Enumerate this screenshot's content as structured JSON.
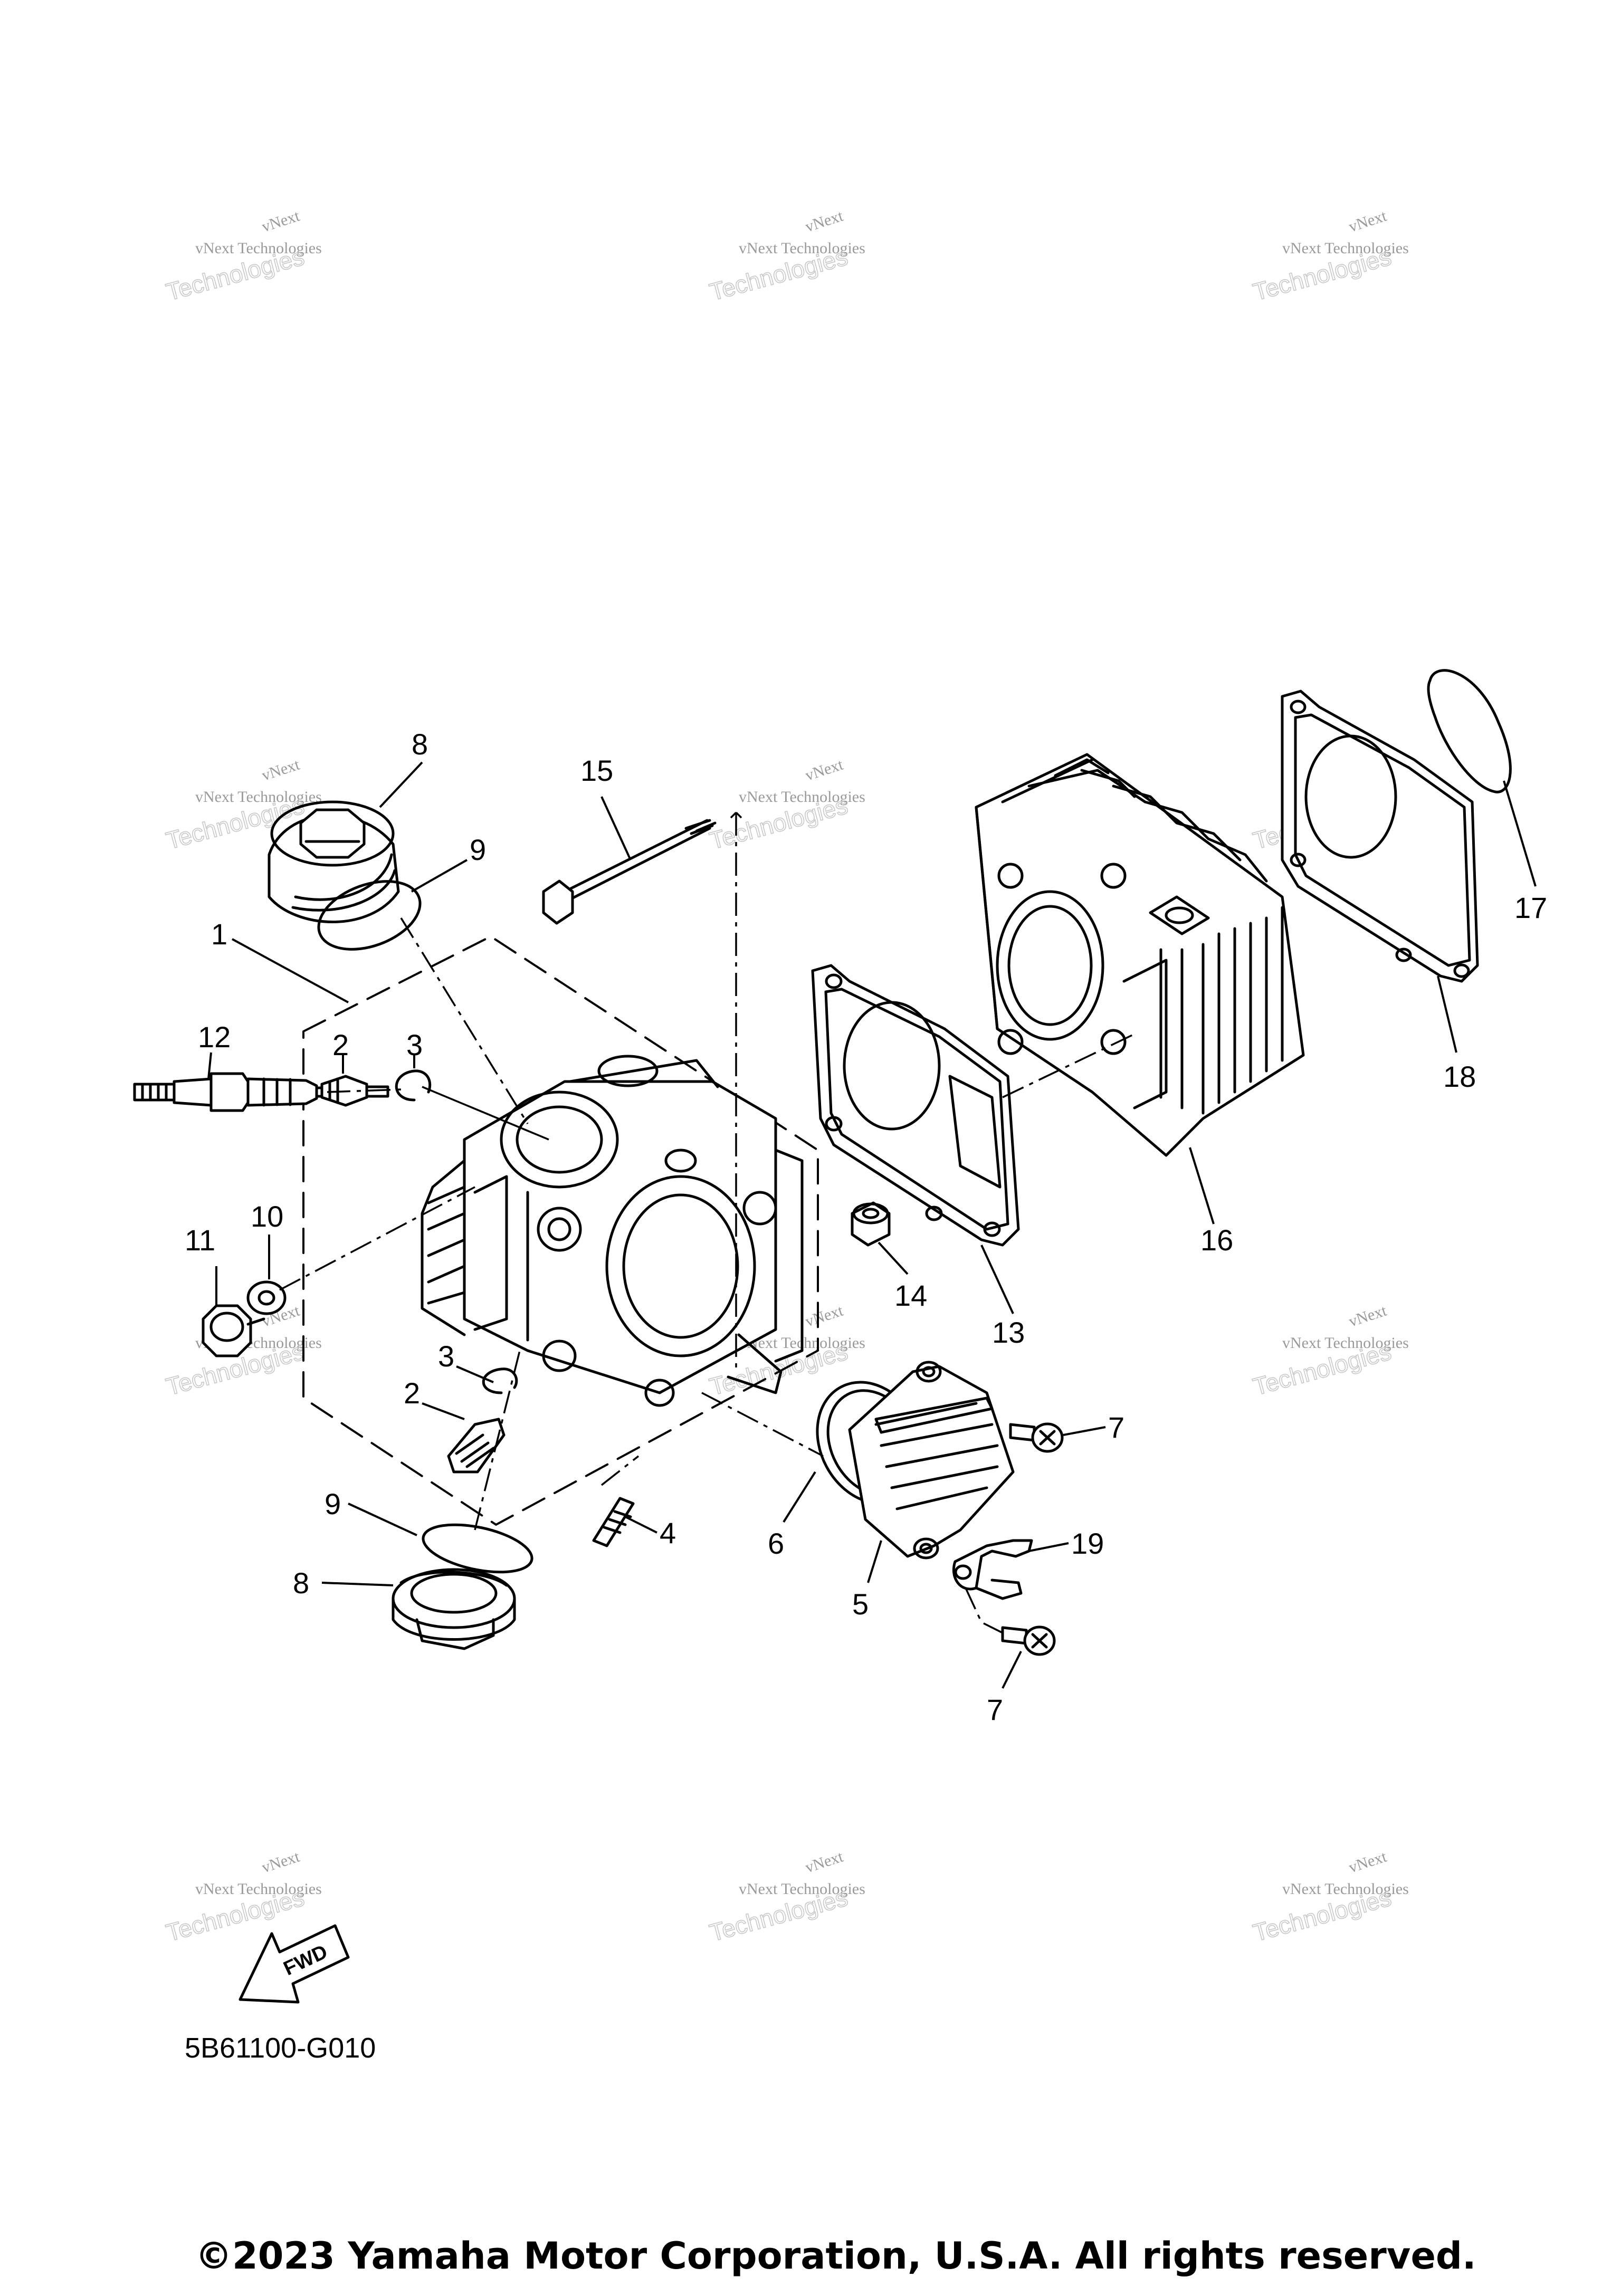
{
  "diagram": {
    "watermark": {
      "line1": "vNext",
      "line2": "vNext Technologies",
      "line3": "Technologies"
    },
    "callouts": [
      "1",
      "2",
      "2",
      "3",
      "3",
      "4",
      "5",
      "6",
      "7",
      "7",
      "8",
      "8",
      "9",
      "9",
      "10",
      "11",
      "12",
      "13",
      "14",
      "15",
      "16",
      "17",
      "18",
      "19"
    ],
    "fwd_label": "FWD",
    "diagram_code": "5B61100-G010"
  },
  "footer": {
    "copyright": "©2023 Yamaha Motor Corporation, U.S.A. All rights reserved."
  }
}
